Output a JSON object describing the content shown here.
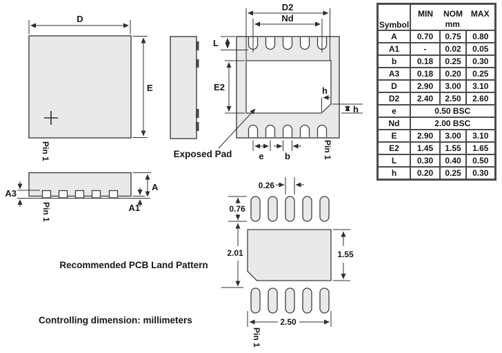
{
  "drawing": {
    "top_view": {
      "dim_d": "D",
      "dim_e": "E",
      "pin1": "Pin 1"
    },
    "bottom_view": {
      "dim_d2": "D2",
      "dim_nd": "Nd",
      "dim_l": "L",
      "dim_e2": "E2",
      "dim_h": "h",
      "dim_e": "e",
      "dim_b": "b",
      "exposed_pad": "Exposed Pad",
      "pin1": "Pin 1"
    },
    "front_view": {
      "dim_a": "A",
      "dim_a1": "A1",
      "dim_a3": "A3",
      "pin1": "Pin 1"
    },
    "land_pattern": {
      "title": "Recommended PCB Land Pattern",
      "dim_pad_width": "0.26",
      "dim_pad_height": "0.76",
      "dim_row_span": "2.01",
      "dim_center_height": "1.55",
      "dim_center_width": "2.50",
      "pin1": "Pin 1"
    },
    "note": "Controlling dimension: millimeters"
  },
  "table": {
    "header": {
      "symbol": "Symbol",
      "min": "MIN",
      "nom": "NOM",
      "max": "MAX",
      "unit": "mm"
    },
    "rows": [
      {
        "symbol": "A",
        "min": "0.70",
        "nom": "0.75",
        "max": "0.80"
      },
      {
        "symbol": "A1",
        "min": "-",
        "nom": "0.02",
        "max": "0.05"
      },
      {
        "symbol": "b",
        "min": "0.18",
        "nom": "0.25",
        "max": "0.30"
      },
      {
        "symbol": "A3",
        "min": "0.18",
        "nom": "0.20",
        "max": "0.25"
      },
      {
        "symbol": "D",
        "min": "2.90",
        "nom": "3.00",
        "max": "3.10"
      },
      {
        "symbol": "D2",
        "min": "2.40",
        "nom": "2.50",
        "max": "2.60"
      },
      {
        "symbol": "e",
        "span": "0.50 BSC"
      },
      {
        "symbol": "Nd",
        "span": "2.00 BSC"
      },
      {
        "symbol": "E",
        "min": "2.90",
        "nom": "3.00",
        "max": "3.10"
      },
      {
        "symbol": "E2",
        "min": "1.45",
        "nom": "1.55",
        "max": "1.65"
      },
      {
        "symbol": "L",
        "min": "0.30",
        "nom": "0.40",
        "max": "0.50"
      },
      {
        "symbol": "h",
        "min": "0.20",
        "nom": "0.25",
        "max": "0.30"
      }
    ]
  },
  "colors": {
    "body_fill": "#e9e9e9",
    "line": "#3d3d3d",
    "text": "#161616",
    "background": "#ffffff"
  }
}
